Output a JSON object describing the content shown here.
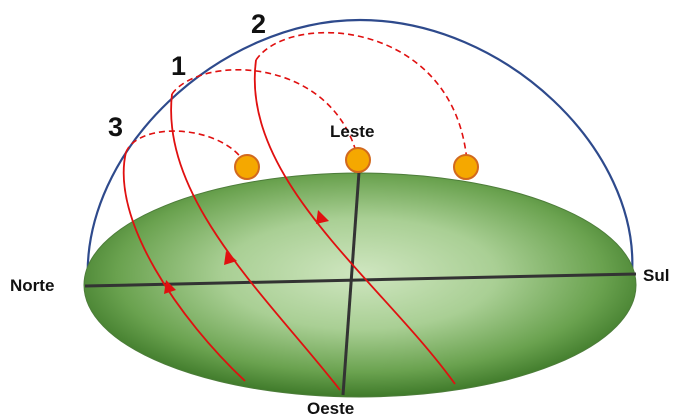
{
  "labels": {
    "north": "Norte",
    "south": "Sul",
    "east": "Leste",
    "west": "Oeste"
  },
  "paths": [
    {
      "number": "1"
    },
    {
      "number": "2"
    },
    {
      "number": "3"
    }
  ],
  "colors": {
    "dome_outline": "#2e4a8c",
    "ground_dark": "#3f7a2a",
    "ground_light": "#cfe6c0",
    "axis": "#333333",
    "sun_path": "#e01010",
    "sun_fill": "#f5a800",
    "sun_stroke": "#d2691e",
    "text": "#111111"
  }
}
